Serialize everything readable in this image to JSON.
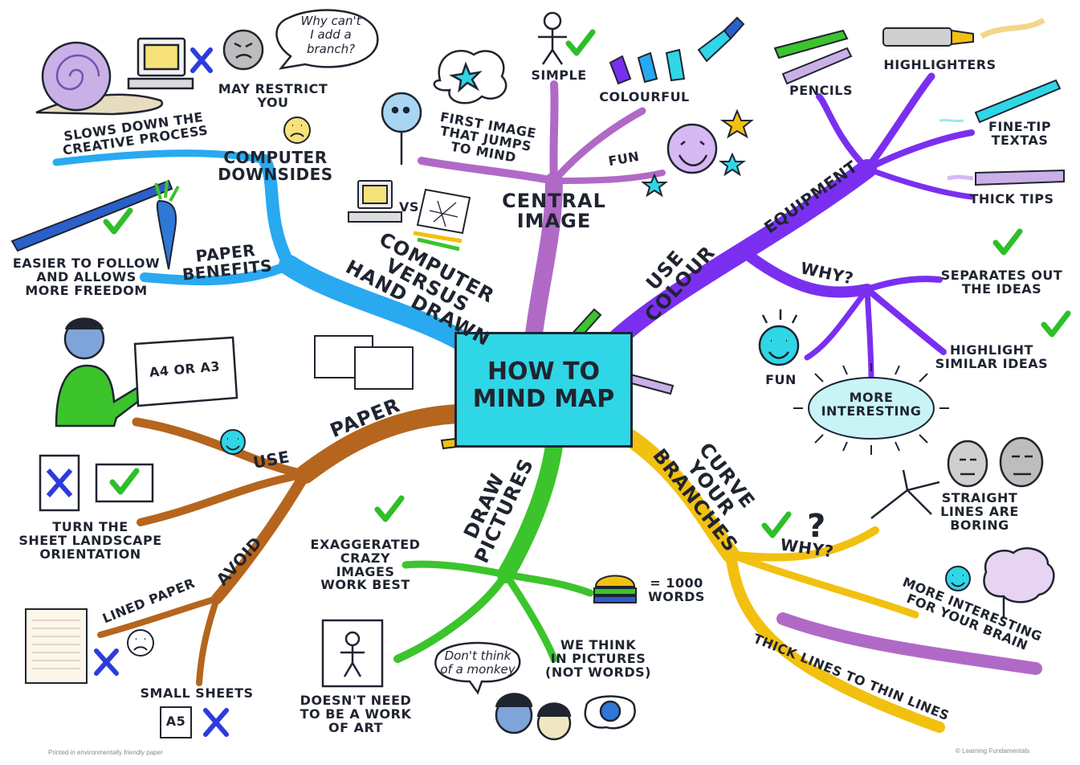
{
  "center": {
    "title": "HOW TO\nMIND MAP"
  },
  "colors": {
    "computer_branch": "#29a9f0",
    "central_image_branch": "#b06ac6",
    "use_colour_branch": "#7a2ff0",
    "paper_branch": "#b5651d",
    "draw_pictures_branch": "#3cc42c",
    "curve_branch": "#f2c00f",
    "center_fill": "#2fd6e6",
    "check": "#2dbf2a",
    "cross": "#2c3cdc"
  },
  "branches": {
    "computer_vs_hand_drawn": "COMPUTER VERSUS\nHAND DRAWN",
    "central_image": "CENTRAL\nIMAGE",
    "use_colour": "USE COLOUR",
    "paper": "PAPER",
    "draw_pictures": "DRAW\nPICTURES",
    "curve_your_branches": "CURVE YOUR\nBRANCHES"
  },
  "computer": {
    "downsides": "COMPUTER\nDOWNSIDES",
    "slows_down": "SLOWS DOWN THE\nCREATIVE PROCESS",
    "may_restrict": "MAY RESTRICT\nYOU",
    "bubble": "Why can't\nI add a\nbranch?",
    "paper_benefits": "PAPER\nBENEFITS",
    "easier": "EASIER TO FOLLOW\nAND ALLOWS\nMORE FREEDOM",
    "vs": "VS"
  },
  "central_image": {
    "simple": "SIMPLE",
    "colourful": "COLOURFUL",
    "first_image": "FIRST IMAGE\nTHAT JUMPS\nTO MIND",
    "fun": "FUN"
  },
  "use_colour": {
    "equipment": "EQUIPMENT",
    "pencils": "PENCILS",
    "highlighters": "HIGHLIGHTERS",
    "fine_tip": "FINE-TIP\nTEXTAS",
    "thick_tips": "THICK TIPS",
    "why": "WHY?",
    "separates": "SEPARATES OUT\nTHE IDEAS",
    "highlight": "HIGHLIGHT\nSIMILAR IDEAS",
    "fun": "FUN",
    "more_interesting": "MORE\nINTERESTING"
  },
  "paper": {
    "a4_sign": "A4 OR A3",
    "use": "USE",
    "turn_sheet": "TURN THE\nSHEET LANDSCAPE\nORIENTATION",
    "avoid": "AVOID",
    "lined_paper": "LINED PAPER",
    "small_sheets": "SMALL SHEETS",
    "a5": "A5"
  },
  "draw_pictures": {
    "exaggerated": "EXAGGERATED\nCRAZY IMAGES\nWORK BEST",
    "thousand_words": "= 1000\nWORDS",
    "we_think": "WE THINK\nIN PICTURES\n(NOT WORDS)",
    "not_art": "DOESN'T NEED\nTO BE A WORK\nOF ART",
    "bubble": "Don't think\nof a monkey"
  },
  "curve": {
    "why": "WHY?",
    "straight": "STRAIGHT\nLINES ARE\nBORING",
    "more_interesting": "MORE INTERESTING\nFOR YOUR BRAIN",
    "thick_thin": "THICK LINES TO THIN LINES"
  },
  "footer": {
    "left": "Printed in environmentally friendly paper",
    "right": "© Learning Fundamentals"
  }
}
